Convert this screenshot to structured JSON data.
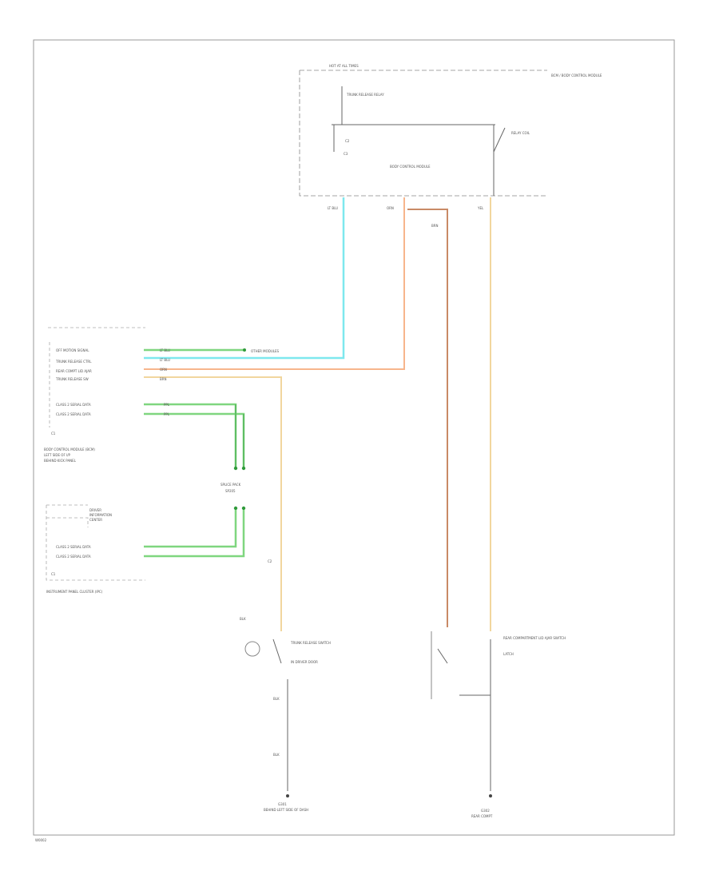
{
  "labels": {
    "top_fuse": "HOT AT ALL TIMES",
    "module_name": "BODY CONTROL MODULE",
    "relay_name": "TRUNK RELEASE RELAY",
    "relay_coil": "RELAY COIL",
    "connector_c2": "C2",
    "connector_c3": "C3",
    "module_right": "BCM / BODY CONTROL MODULE",
    "wire_top1": "LT BLU",
    "wire_top2": "ORN",
    "wire_top3": "BRN",
    "wire_top4": "YEL",
    "signal1": "OFF MOTION SIGNAL",
    "signal2": "TRUNK RELEASE CTRL",
    "signal3": "REAR COMPT LID AJAR",
    "signal4": "TRUNK RELEASE SW",
    "wire_c1": "LT BLU",
    "wire_c2": "LT BLU",
    "wire_c3": "ORN",
    "wire_c4": "BRN",
    "pin_a": "C1",
    "pin_b": "C1",
    "other_modules": "OTHER MODULES",
    "data_circuit1": "CLASS 2 SERIAL DATA",
    "data_circuit2": "CLASS 2 SERIAL DATA",
    "wire_d1": "PPL",
    "wire_d2": "PPL",
    "module_left_caption": "BODY CONTROL MODULE (BCM)",
    "module_left_caption2": "LEFT SIDE OF I/P",
    "module_left_caption3": "BEHIND KICK PANEL",
    "splice_label": "SPLICE PACK",
    "splice_label2": "SP205",
    "cluster_box1": "DRIVER",
    "cluster_box2": "INFORMATION",
    "cluster_box3": "CENTER",
    "cluster_caption": "INSTRUMENT PANEL CLUSTER (IPC)",
    "left_switch": "TRUNK RELEASE SWITCH",
    "left_switch2": "IN DRIVER DOOR",
    "right_switch": "REAR COMPARTMENT LID AJAR SWITCH",
    "right_switch2": "LATCH",
    "ground_left": "G301",
    "ground_left2": "BEHIND LEFT SIDE OF DASH",
    "ground_right": "G302",
    "ground_right2": "REAR COMPT",
    "wire_blk1": "BLK",
    "wire_blk2": "BLK",
    "wire_blk3": "BLK",
    "figure_id": "W0002"
  },
  "colors": {
    "lt_blue": "#7ee8ee",
    "orange": "#f7b58c",
    "brown": "#c98a66",
    "yellow": "#f1d69e",
    "green": "#7fd67f",
    "dark_green": "#2f9a3a",
    "line": "#555555"
  }
}
